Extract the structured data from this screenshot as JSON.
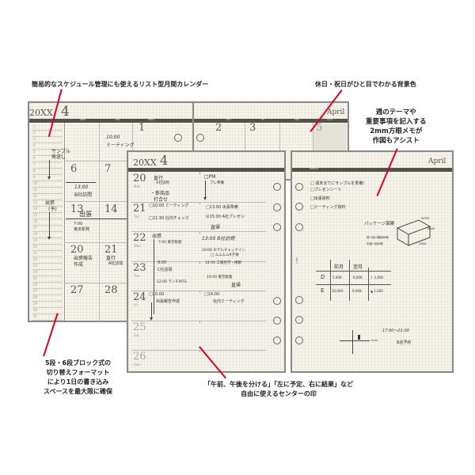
{
  "captions": {
    "top_left": "簡易的なスケジュール管理にも使えるリスト型月間カレンダー",
    "top_right": "休日・祝日がひと目でわかる背景色",
    "right": [
      "週のテーマや",
      "重要事項を記入する",
      "2mm方眼メモが",
      "作図もアシスト"
    ],
    "bottom_left": [
      "5段・6段ブロック式の",
      "切り替えフォーマット",
      "により1日の書き込み",
      "スペースを最大限に確保"
    ],
    "bottom_center": [
      "「午前、午後を分ける」「左に予定、右に結果」など",
      "自由に使えるセンターの印"
    ]
  },
  "monthly_left": {
    "year": "20XX",
    "month": "4",
    "days": [
      "Mon",
      "Tue",
      "Wed"
    ],
    "list_numbers": [
      "1",
      "2",
      "3",
      "4",
      "5",
      "6",
      "7",
      "8",
      "9",
      "10",
      "11",
      "12",
      "13",
      "14",
      "15",
      "16",
      "17",
      "18",
      "19",
      "20",
      "21",
      "22",
      "23",
      "24",
      "25",
      "26",
      "27",
      "28",
      "29",
      "30",
      "31"
    ],
    "list_notes": [
      "サンプル",
      "発送し",
      "出張",
      "(予)"
    ],
    "dates": [
      "1",
      "6",
      "7",
      "13",
      "14",
      "20",
      "21",
      "27",
      "28"
    ],
    "notes": [
      "10:00",
      "ミーティング",
      "13:00",
      "B社訪問",
      "出張",
      "7:00",
      "東京駅発",
      "出張報告",
      "作成",
      "直行",
      "A社訪問"
    ]
  },
  "monthly_right": {
    "month_name": "April",
    "days": [
      "Thu",
      "Fri",
      "Sat",
      "Sun"
    ],
    "dates": [
      "2",
      "3",
      "5"
    ],
    "holiday_color": "#e3e1d8"
  },
  "weekly_left": {
    "year": "20XX",
    "month": "4",
    "days": [
      {
        "date": "20",
        "dow": "Mon"
      },
      {
        "date": "21",
        "dow": "Tue"
      },
      {
        "date": "22",
        "dow": "Wed"
      },
      {
        "date": "23",
        "dow": "Thu"
      },
      {
        "date": "24",
        "dow": "Fri"
      },
      {
        "date": "25",
        "dow": "Sat"
      },
      {
        "date": "26",
        "dow": "Sun"
      }
    ],
    "notes": {
      "d20": [
        "直行",
        "A社訪問",
        "・新商品",
        "打合せ",
        "□PM",
        "プレ準備"
      ],
      "d21": [
        "□10:00 ミーティング",
        "□11:30 社内チェック",
        "□13:00 出張準備",
        "☑15:00 A社プレゼン",
        "直帰"
      ],
      "d22": [
        "出張",
        "7:00 東京駅発",
        "13:00 B社訪問",
        "20:00 ホテルチェックイン",
        "□ ムムムムK子様"
      ],
      "d23": [
        "9:00",
        "C社訪問",
        "12:00 ランチMTG",
        "14:00 工場見学・視察",
        "19:00 東京駅着",
        "直帰"
      ],
      "d24": [
        "□10:00",
        "出張報告作成",
        "□14:00",
        "社内ミーティング"
      ]
    }
  },
  "weekly_right": {
    "month_name": "April",
    "band_label": "Memo",
    "todos": [
      "□ 週末までにサンプルを準備!",
      "□プレゼンシート",
      "□出張資料",
      "□ミーティング資料"
    ],
    "package": {
      "title": "パッケージ図案",
      "w": "W250",
      "h": "H200",
      "d": "D500",
      "note1": "底:1色の格納印刷",
      "note2": "平面:1色印刷"
    },
    "table": {
      "headers": [
        "前月",
        "翌月"
      ],
      "rows": [
        [
          "D",
          "5,000-",
          "6,000-",
          "↑ 1,000"
        ],
        [
          "E",
          "10,000-",
          "9,000-",
          "▲ 1,000"
        ]
      ]
    },
    "time": "17:00〜21:00",
    "reservation": "B店予約",
    "road": "R246",
    "brand": "KNOX"
  }
}
